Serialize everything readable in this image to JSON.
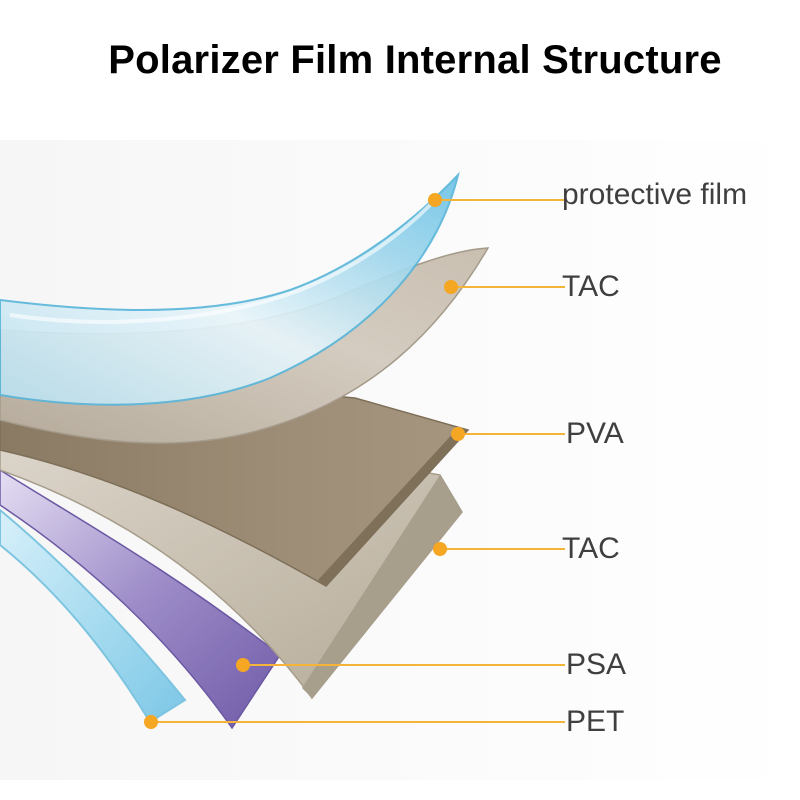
{
  "title": "Polarizer Film Internal Structure",
  "layers": [
    {
      "label": "protective film",
      "color": "#8fd3ea"
    },
    {
      "label": "TAC",
      "color": "#c9bfb1"
    },
    {
      "label": "PVA",
      "color": "#9b8b74"
    },
    {
      "label": "TAC",
      "color": "#c2b8a6"
    },
    {
      "label": "PSA",
      "color": "#8e7bc0"
    },
    {
      "label": "PET",
      "color": "#a9dcf0"
    }
  ],
  "colors": {
    "leader_line": "#f4b43a",
    "leader_dot": "#f5a623",
    "label_text": "#3f3f3f"
  }
}
